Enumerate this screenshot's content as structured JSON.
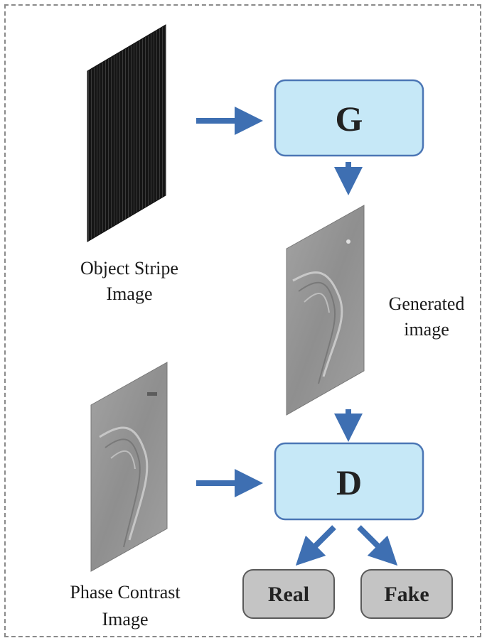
{
  "diagram": {
    "generator": {
      "label": "G"
    },
    "discriminator": {
      "label": "D"
    },
    "outputs": {
      "real": "Real",
      "fake": "Fake"
    },
    "captions": {
      "object_stripe": [
        "Object Stripe",
        "Image"
      ],
      "generated": [
        "Generated",
        "image"
      ],
      "phase_contrast": [
        "Phase Contrast",
        "Image"
      ]
    },
    "colors": {
      "box_fill": "#c6e8f7",
      "box_stroke": "#4b76b5",
      "arrow": "#3e6fb2",
      "output_fill": "#c4c4c4",
      "output_stroke": "#5a5a5a",
      "stripe_image": "#1a1a1a",
      "phase_image": "#9a9a9a"
    }
  }
}
